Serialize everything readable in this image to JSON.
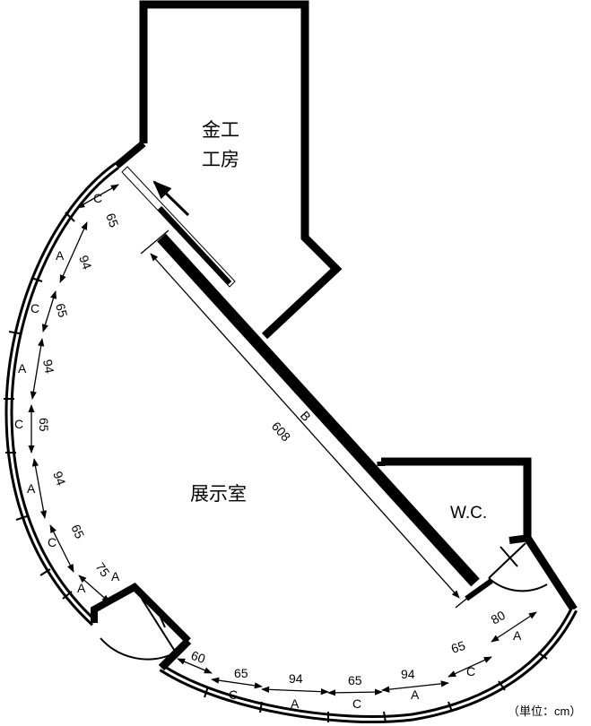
{
  "rooms": {
    "metal_workshop": [
      "金工",
      "工房"
    ],
    "exhibition": "展示室",
    "wc": "W.C."
  },
  "unit_note": "（単位：cm）",
  "main_wall": {
    "label": "B",
    "length": "608"
  },
  "left_arc": [
    {
      "window": "C",
      "dim": "65"
    },
    {
      "window": "A",
      "dim": "94"
    },
    {
      "window": "C",
      "dim": "65"
    },
    {
      "window": "A",
      "dim": "94"
    },
    {
      "window": "C",
      "dim": "65"
    },
    {
      "window": "A",
      "dim": "94"
    },
    {
      "window": "C",
      "dim": "65"
    },
    {
      "window": "A",
      "dim": "75"
    }
  ],
  "extra_window_label": "A",
  "bottom_arc": [
    {
      "window": "",
      "dim": "60"
    },
    {
      "window": "C",
      "dim": "65"
    },
    {
      "window": "A",
      "dim": "94"
    },
    {
      "window": "C",
      "dim": "65"
    },
    {
      "window": "A",
      "dim": "94"
    },
    {
      "window": "C",
      "dim": "65"
    },
    {
      "window": "A",
      "dim": "80"
    }
  ]
}
